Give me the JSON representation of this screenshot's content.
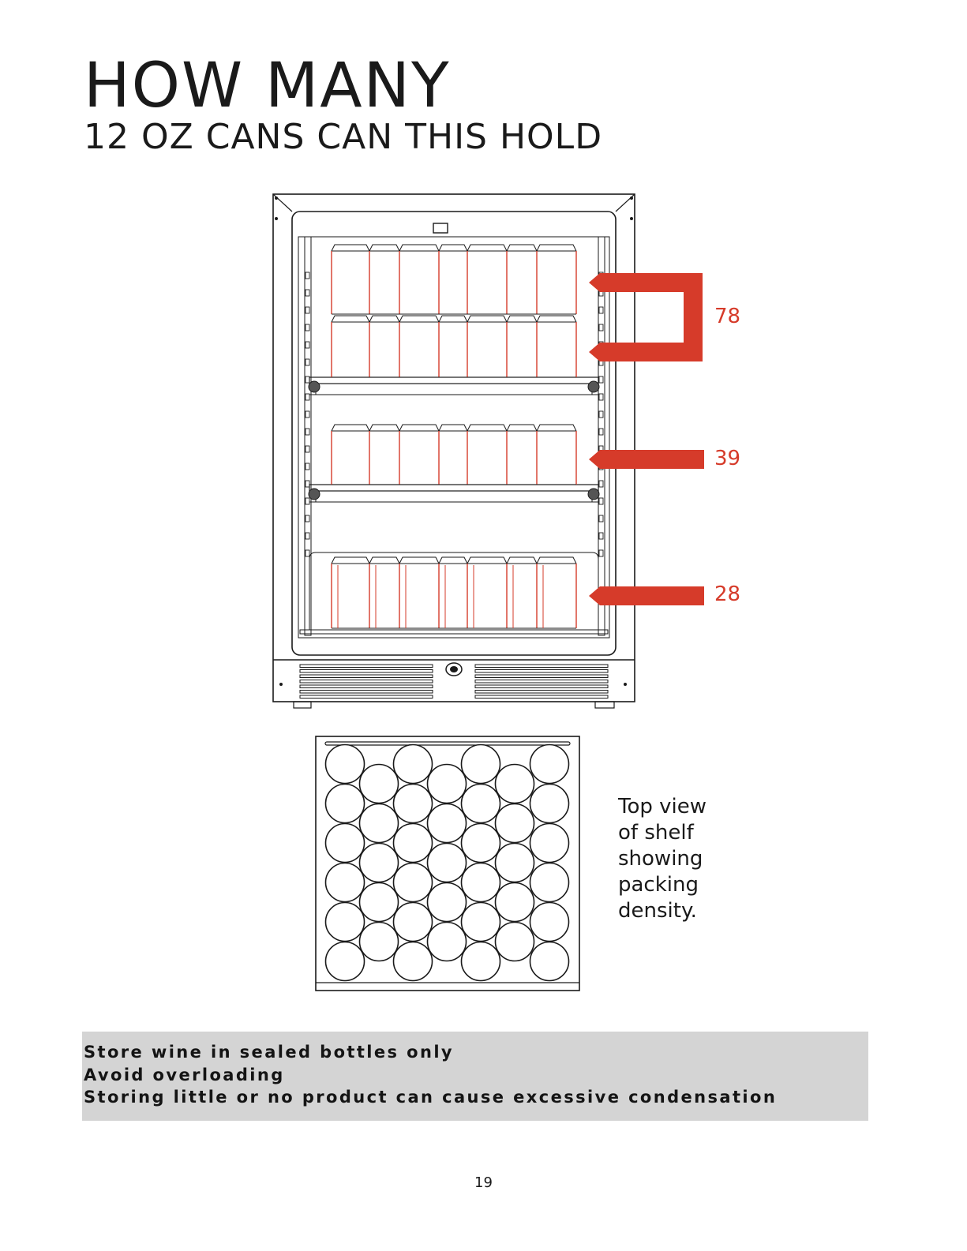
{
  "title": {
    "main": "HOW MANY",
    "sub": "12 OZ CANS CAN THIS HOLD"
  },
  "counts": [
    {
      "value": "78"
    },
    {
      "value": "39"
    },
    {
      "value": "28"
    }
  ],
  "colors": {
    "accent": "#d63b2a",
    "outline": "#1a1a1a",
    "note_background": "#d4d4d4"
  },
  "top_view": {
    "caption_lines": [
      "Top view",
      "of shelf",
      "showing",
      "packing",
      "density."
    ],
    "can_count": 40
  },
  "notes": [
    "Store wine in sealed bottles only",
    "Avoid overloading",
    "Storing little or no product can cause excessive condensation"
  ],
  "page_number": "19"
}
